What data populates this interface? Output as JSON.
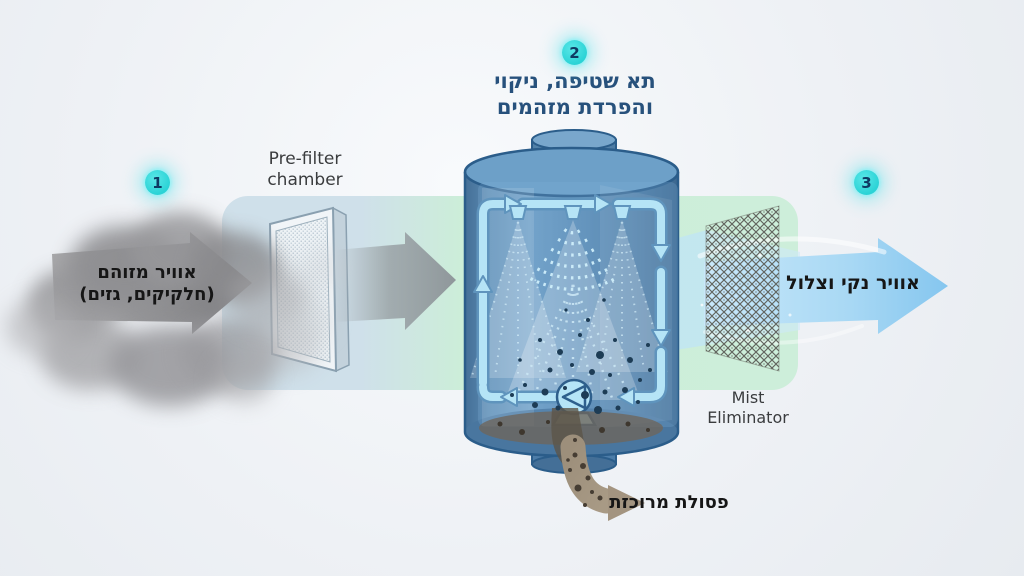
{
  "badges": {
    "step1": "1",
    "step2": "2",
    "step3": "3"
  },
  "labels": {
    "prefilter_line1": "Pre-filter",
    "prefilter_line2": "chamber",
    "title_line1": "תא שטיפה, ניקוי",
    "title_line2": "והפרדת מזהמים",
    "dirty_line1": "אוויר מזוהם",
    "dirty_line2": "(חלקיקים, גזים)",
    "clean_air": "אוויר נקי וצלול",
    "mist_line1": "Mist",
    "mist_line2": "Eliminator",
    "waste": "פסולת מרוכזת"
  },
  "colors": {
    "badge_cyan": "#2bd3d6",
    "title_navy": "#27517c",
    "chamber_blue": "#cfe0ea",
    "band_green": "#cceed8",
    "tank_blue": "#5d8cb6",
    "tank_outline": "#2b5d8a",
    "circulation_blue": "#b5e4f6",
    "clean_air_blue": "#8ecbf0",
    "smoke_gray": "#8f8f92",
    "waste_brown": "#a39480",
    "mesh_gray": "#5c5e58"
  }
}
